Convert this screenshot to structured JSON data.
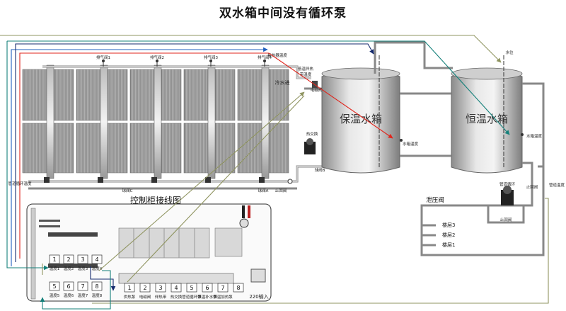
{
  "title": "双水箱中间没有循环泵",
  "tanks": {
    "left": "保温水箱",
    "right": "恒温水箱"
  },
  "labels": {
    "vent1": "排气阀1",
    "vent2": "排气阀2",
    "vent3": "排气阀3",
    "vent4": "排气阀4",
    "collector_temp": "集热器温度",
    "low_temp_line1": "低温伴热",
    "low_temp_line2": "带温度",
    "solenoid": "电磁阀",
    "cold_water": "冷水进",
    "tank_temp_left": "水箱温度",
    "heat_exchange": "热交换",
    "ball_valve_b": "球阀B",
    "ball_valve_a": "球阀A",
    "ball_valve_c": "球阀C",
    "check_valve_left": "止回阀",
    "return_temp": "管道循环温度",
    "water_level": "水位",
    "tank_temp_right": "水箱温度",
    "pipe_circ": "管道循环",
    "pipe_temp": "管道温度",
    "check_valve_right": "止回阀",
    "relief_valve": "泄压阀",
    "check_valve_bottom": "止回阀",
    "floor3": "楼层3",
    "floor2": "楼层2",
    "floor1": "楼层1"
  },
  "controller": {
    "title": "控制柜接线图",
    "upper_terminals": [
      "1",
      "2",
      "3",
      "4"
    ],
    "lower_terminals": [
      "5",
      "6",
      "7",
      "8"
    ],
    "upper_small_labels": [
      "温度1",
      "温度2",
      "温度3",
      "温度4"
    ],
    "lower_small_labels": [
      "温度5",
      "温度6",
      "温度7",
      "温度8"
    ],
    "output_terminals": [
      "1",
      "2",
      "3",
      "4",
      "5",
      "6",
      "7",
      "8"
    ],
    "output_labels": [
      "供热泵",
      "电磁阀",
      "伴热带",
      "热交换",
      "管道循环泵",
      "恒温补水泵",
      "恒温加热泵",
      "8"
    ],
    "power_label": "220输入"
  },
  "colors": {
    "red": "#e0251c",
    "blue": "#1f5fbf",
    "teal": "#14807a",
    "olive": "#a8ac78",
    "navy": "#142a6e",
    "pipe": "#888888"
  }
}
